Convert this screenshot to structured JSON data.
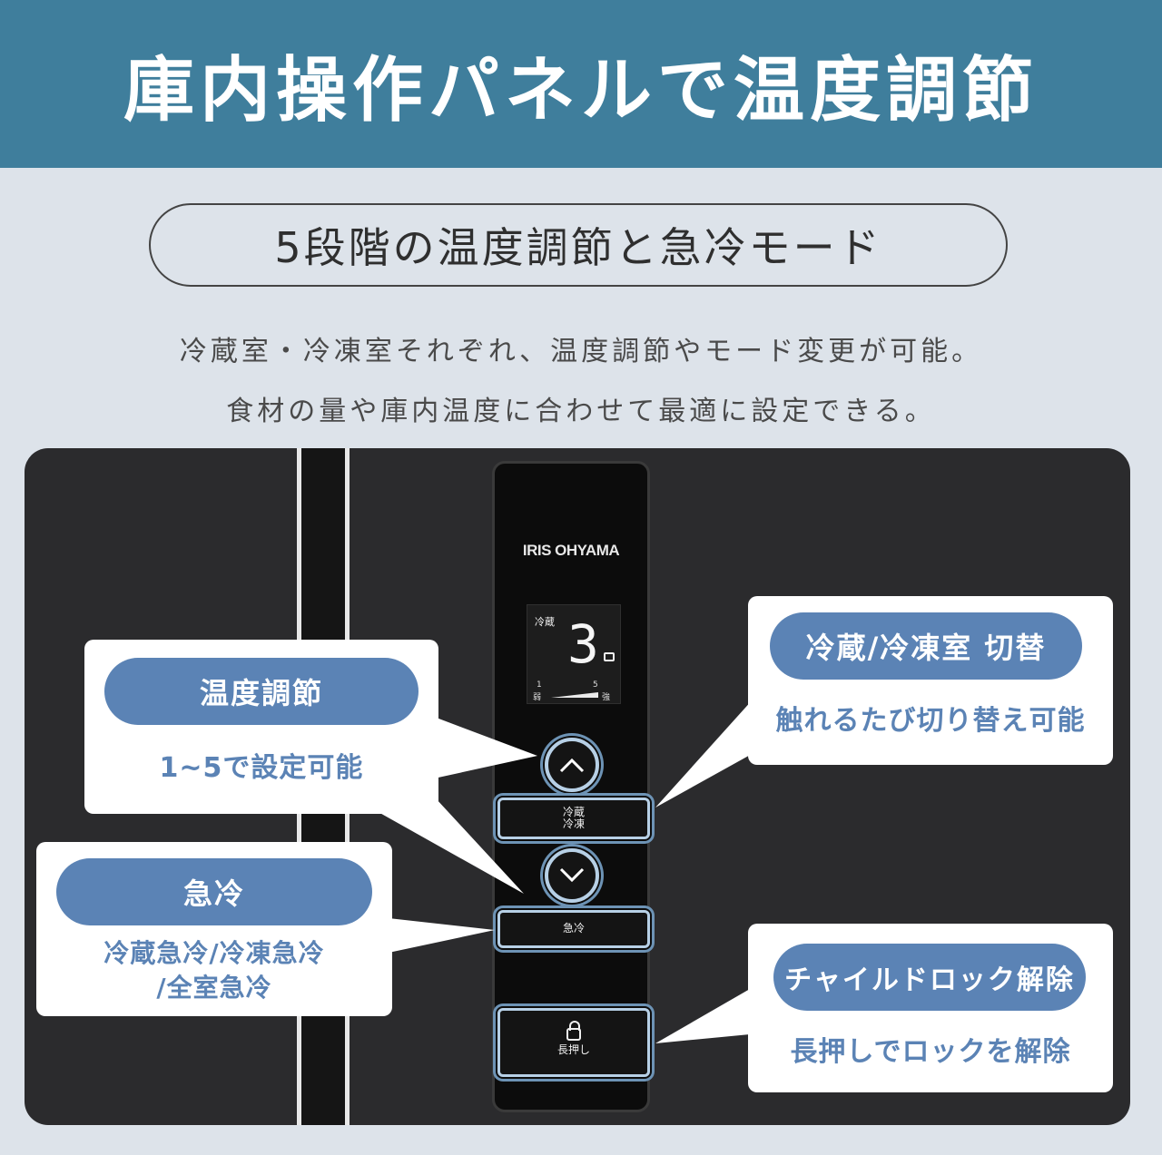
{
  "header": {
    "title": "庫内操作パネルで温度調節"
  },
  "subtitle": "5段階の温度調節と急冷モード",
  "description": {
    "line1": "冷蔵室・冷凍室それぞれ、温度調節やモード変更が可能。",
    "line2": "食材の量や庫内温度に合わせて最適に設定できる。"
  },
  "panel": {
    "brand": "IRIS OHYAMA",
    "lcd": {
      "label": "冷蔵",
      "digit": "3",
      "scale_min": "1",
      "scale_max": "5",
      "min_label": "弱",
      "max_label": "強"
    },
    "up_icon": "chevron-up-icon",
    "down_icon": "chevron-down-icon",
    "switch_line1": "冷蔵",
    "switch_line2": "冷凍",
    "rapid_label": "急冷",
    "unlock_label": "長押し"
  },
  "callouts": {
    "temp": {
      "title": "温度調節",
      "text": "1~5で設定可能"
    },
    "rapid": {
      "title": "急冷",
      "text_line1": "冷蔵急冷/冷凍急冷",
      "text_line2": "/全室急冷"
    },
    "switch": {
      "title": "冷蔵/冷凍室 切替",
      "text": "触れるたび切り替え可能"
    },
    "lock": {
      "title": "チャイルドロック解除",
      "text": "長押しでロックを解除"
    }
  },
  "colors": {
    "header_bg": "#3f7e9c",
    "background": "#dde3ea",
    "accent_blue": "#5b83b5",
    "panel_bg": "#0c0c0c"
  }
}
